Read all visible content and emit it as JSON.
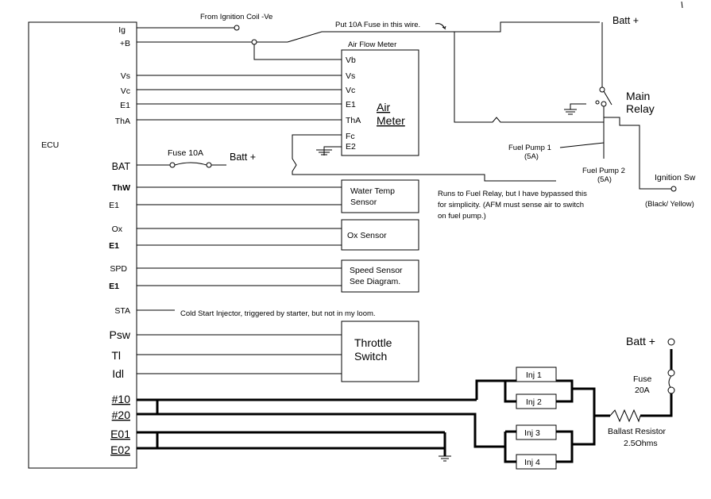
{
  "ecu": {
    "label": "ECU",
    "pins": {
      "ig": "Ig",
      "b": "+B",
      "vs": "Vs",
      "vc": "Vc",
      "e1": "E1",
      "tha": "ThA",
      "bat": "BAT",
      "thw": "ThW",
      "e1b": "E1",
      "ox": "Ox",
      "e1c": "E1",
      "spd": "SPD",
      "e1d": "E1",
      "sta": "STA",
      "psw": "Psw",
      "tl": "Tl",
      "idl": "Idl",
      "n10": "#10",
      "n20": "#20",
      "e01": "E01",
      "e02": "E02"
    }
  },
  "afm": {
    "title": "Air Flow Meter",
    "name_line1": "Air",
    "name_line2": "Meter",
    "pins": {
      "vb": "Vb",
      "vs": "Vs",
      "vc": "Vc",
      "e1": "E1",
      "tha": "ThA",
      "fc": "Fc",
      "e2": "E2"
    }
  },
  "sensors": {
    "water_line1": "Water Temp",
    "water_line2": "Sensor",
    "ox": "Ox Sensor",
    "speed_line1": "Speed Sensor",
    "speed_line2": "See Diagram.",
    "throttle_line1": "Throttle",
    "throttle_line2": "Switch"
  },
  "notes": {
    "ignition_coil": "From Ignition Coil -Ve",
    "fuse_note": "Put 10A Fuse in this wire.",
    "fuse_10a": "Fuse 10A",
    "batt_bat": "Batt +",
    "fuel_relay_line1": "Runs to Fuel Relay, but I have bypassed this",
    "fuel_relay_line2": "for simplicity. (AFM must sense air to switch",
    "fuel_relay_line3": "on fuel pump.)",
    "cold_start": "Cold Start Injector, triggered by starter, but not in my loom."
  },
  "relay": {
    "batt_top": "Batt +",
    "main_line1": "Main",
    "main_line2": "Relay",
    "fuel_pump1_line1": "Fuel Pump 1",
    "fuel_pump1_line2": "(5A)",
    "fuel_pump2_line1": "Fuel Pump 2",
    "fuel_pump2_line2": "(5A)",
    "ignition_sw": "Ignition Sw",
    "ignition_color": "(Black/ Yellow)"
  },
  "injectors": {
    "inj1": "Inj 1",
    "inj2": "Inj 2",
    "inj3": "Inj 3",
    "inj4": "Inj 4",
    "ballast_line1": "Ballast Resistor",
    "ballast_line2": "2.5Ohms",
    "fuse_line1": "Fuse",
    "fuse_line2": "20A",
    "batt": "Batt +"
  }
}
